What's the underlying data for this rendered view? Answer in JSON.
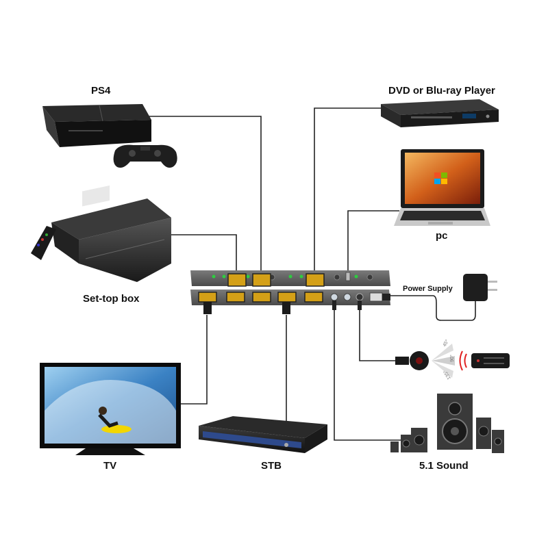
{
  "labels": {
    "ps4": "PS4",
    "dvd": "DVD or Blu-ray Player",
    "pc": "pc",
    "settop": "Set-top box",
    "power": "Power Supply",
    "tv": "TV",
    "stb": "STB",
    "sound": "5.1 Sound"
  },
  "remote_angle_labels": [
    "45°",
    "90°",
    "135°"
  ],
  "colors": {
    "cable": "#222222",
    "switch_body": "#5a5a5a",
    "hdmi_port": "#d4a017",
    "led": "#2ecc40",
    "screen_blue": "#3b82c4",
    "stb_blue": "#2e4a8c",
    "remote_signal": "#e02020"
  }
}
